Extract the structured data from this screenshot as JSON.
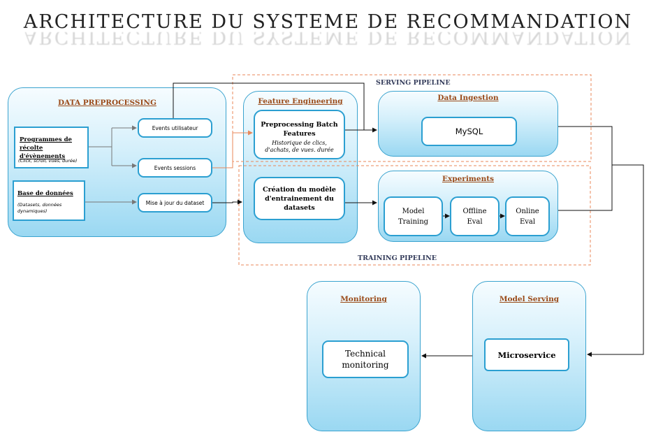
{
  "title": "ARCHITECTURE DU SYSTEME DE RECOMMANDATION",
  "pipelines": {
    "serving": "SERVING PIPELINE",
    "training": "TRAINING PIPELINE"
  },
  "data_preprocessing": {
    "title": "DATA PREPROCESSING",
    "programmes_title": "Programmes de récolte d'évènements",
    "programmes_sub": "(Click, scroll, vues, durée)",
    "bdd_title": "Base de données",
    "bdd_sub": "(Datasets, données dynamiques)",
    "events_users": "Events utilisateur",
    "events_sessions": "Events sessions",
    "dataset_update": "Mise à jour du dataset"
  },
  "feature_engineering": {
    "title": "Feature Engineering",
    "batch_title": "Preprocessing Batch Features",
    "batch_sub": "Historique de clics, d'achats, de vues. durée",
    "model_creation": "Création du modèle d'entrainement du datasets"
  },
  "data_ingestion": {
    "title": "Data Ingestion",
    "db": "MySQL"
  },
  "experiments": {
    "title": "Experiments",
    "model_training": "Model Training",
    "offline_eval": "Offline Eval",
    "online_eval": "Online Eval"
  },
  "monitoring": {
    "title": "Monitoring",
    "technical": "Technical monitoring"
  },
  "model_serving": {
    "title": "Model Serving",
    "microservice": "Microservice"
  },
  "colors": {
    "panel_border": "#3aa3cf",
    "box_border": "#2b9fd1",
    "panel_title": "#9a4a18",
    "dashed_frame": "#e8875a",
    "orange_arrow": "#e8875a"
  }
}
